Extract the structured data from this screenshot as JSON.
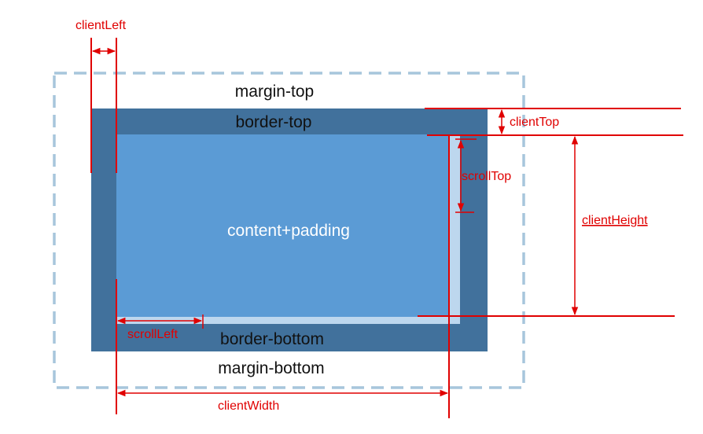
{
  "labels": {
    "margin_top": "margin-top",
    "border_top": "border-top",
    "content_padding": "content+padding",
    "border_bottom": "border-bottom",
    "margin_bottom": "margin-bottom",
    "client_left": "clientLeft",
    "client_top": "clientTop",
    "scroll_top": "scrollTop",
    "client_height": "clientHeight",
    "scroll_left": "scrollLeft",
    "client_width": "clientWidth"
  },
  "colors": {
    "margin_outline": "#a7c6dc",
    "border": "#41719c",
    "content": "#5b9bd5",
    "scrollbar": "#bdd7ee",
    "measure": "#e00000",
    "text_dark": "#111111",
    "text_light": "#ffffff"
  }
}
